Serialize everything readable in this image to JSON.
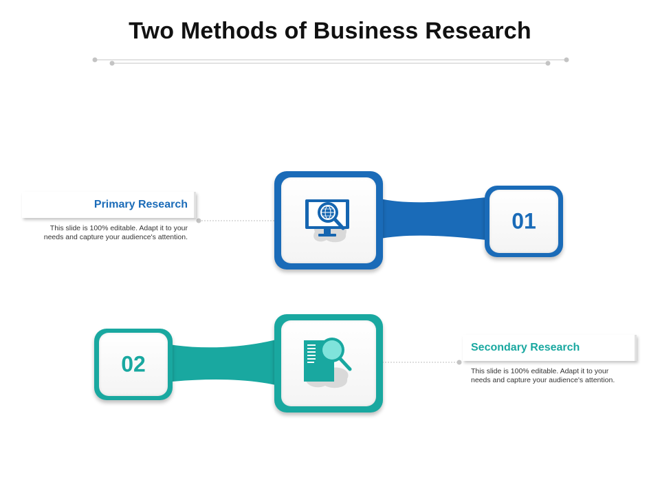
{
  "title": "Two Methods of Business Research",
  "colors": {
    "primary": "#1a6bb8",
    "primary_dark": "#0f5aa3",
    "secondary": "#19a8a0",
    "secondary_dark": "#13918a",
    "divider": "#c8c8c8"
  },
  "items": [
    {
      "number": "01",
      "heading": "Primary Research",
      "description_line1": "This slide is 100% editable. Adapt it to your",
      "description_line2": "needs and capture your audience's attention.",
      "icon": "monitor-globe-search-icon"
    },
    {
      "number": "02",
      "heading": "Secondary Research",
      "description_line1": "This slide is 100% editable. Adapt it to your",
      "description_line2": "needs and capture your audience's attention.",
      "icon": "document-search-icon"
    }
  ]
}
